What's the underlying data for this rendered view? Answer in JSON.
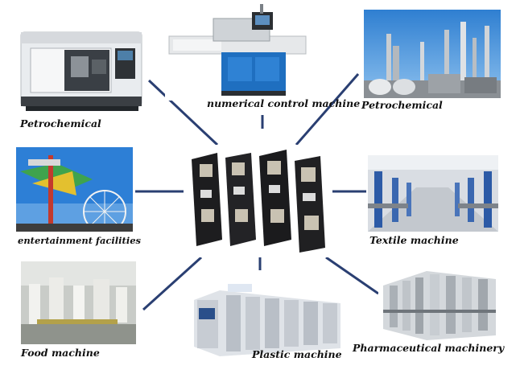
{
  "labels": {
    "top_left": "Petrochemical",
    "top_center": "numerical control machine",
    "top_right": "Petrochemical",
    "middle_left": "entertainment facilities",
    "middle_right": "Textile machine",
    "bottom_left": "Food machine",
    "bottom_center": "Plastic machine",
    "bottom_right": "Pharmaceutical machinery"
  },
  "center_image": "thyristor-power-modules",
  "colors": {
    "connector": "#2a3f72",
    "label_text": "#111111",
    "sky": "#2f7fd1"
  }
}
